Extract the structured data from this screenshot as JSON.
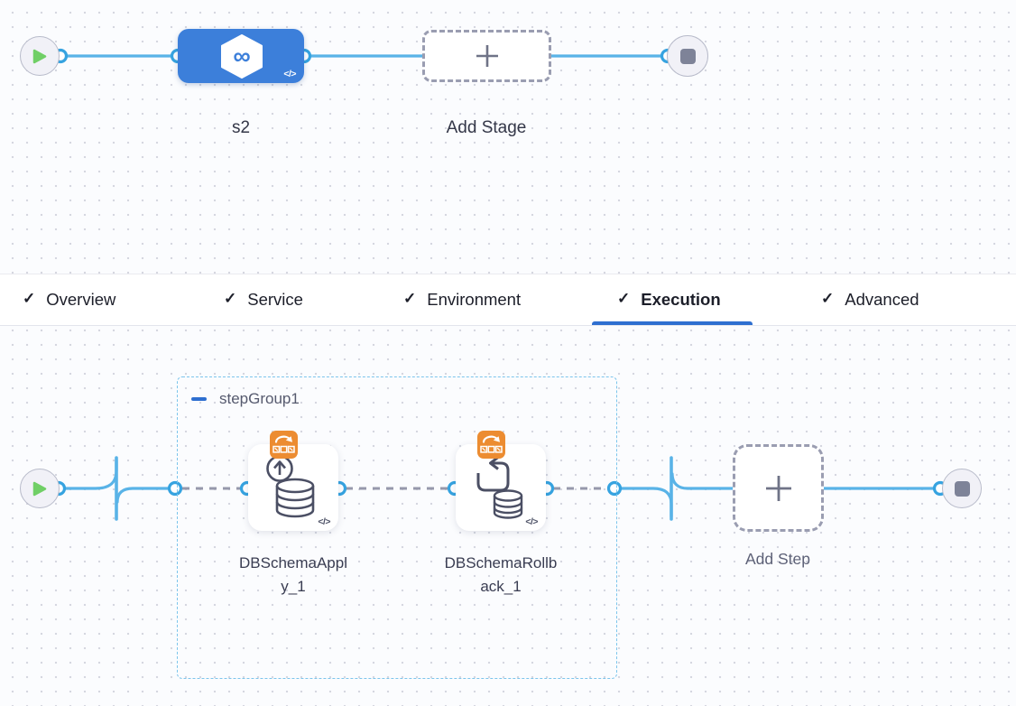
{
  "stage_pipeline": {
    "stage_name": "s2",
    "add_stage_label": "Add Stage"
  },
  "tabs": {
    "items": [
      {
        "label": "Overview",
        "checked": true
      },
      {
        "label": "Service",
        "checked": true
      },
      {
        "label": "Environment",
        "checked": true
      },
      {
        "label": "Execution",
        "checked": true,
        "active": true
      },
      {
        "label": "Advanced",
        "checked": true
      }
    ],
    "active_tab": "Execution",
    "check_glyph": "✓"
  },
  "execution": {
    "step_group_name": "stepGroup1",
    "steps": [
      {
        "name": "DBSchemaApply_1"
      },
      {
        "name": "DBSchemaRollback_1"
      }
    ],
    "add_step_label": "Add Step"
  },
  "icons": {
    "infinity": "∞",
    "code": "</>"
  },
  "colors": {
    "stage_node_blue": "#3c7fda",
    "connector_blue": "#59b3e7",
    "port_ring_blue": "#36a3e0",
    "active_tab_blue": "#2e6fd0",
    "group_border_blue": "#7cc5ec",
    "badge_orange": "#ec8c31",
    "play_green": "#70cf66",
    "dashed_gray": "#9698ab"
  }
}
